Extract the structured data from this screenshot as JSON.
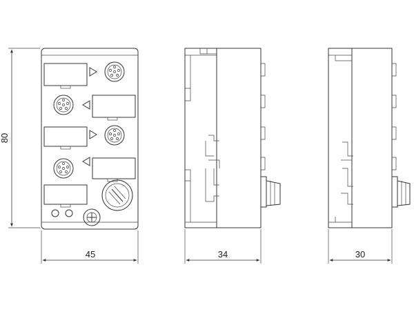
{
  "dimensions": {
    "front_height": "80",
    "front_width": "45",
    "side_width": "34",
    "back_width": "30"
  }
}
